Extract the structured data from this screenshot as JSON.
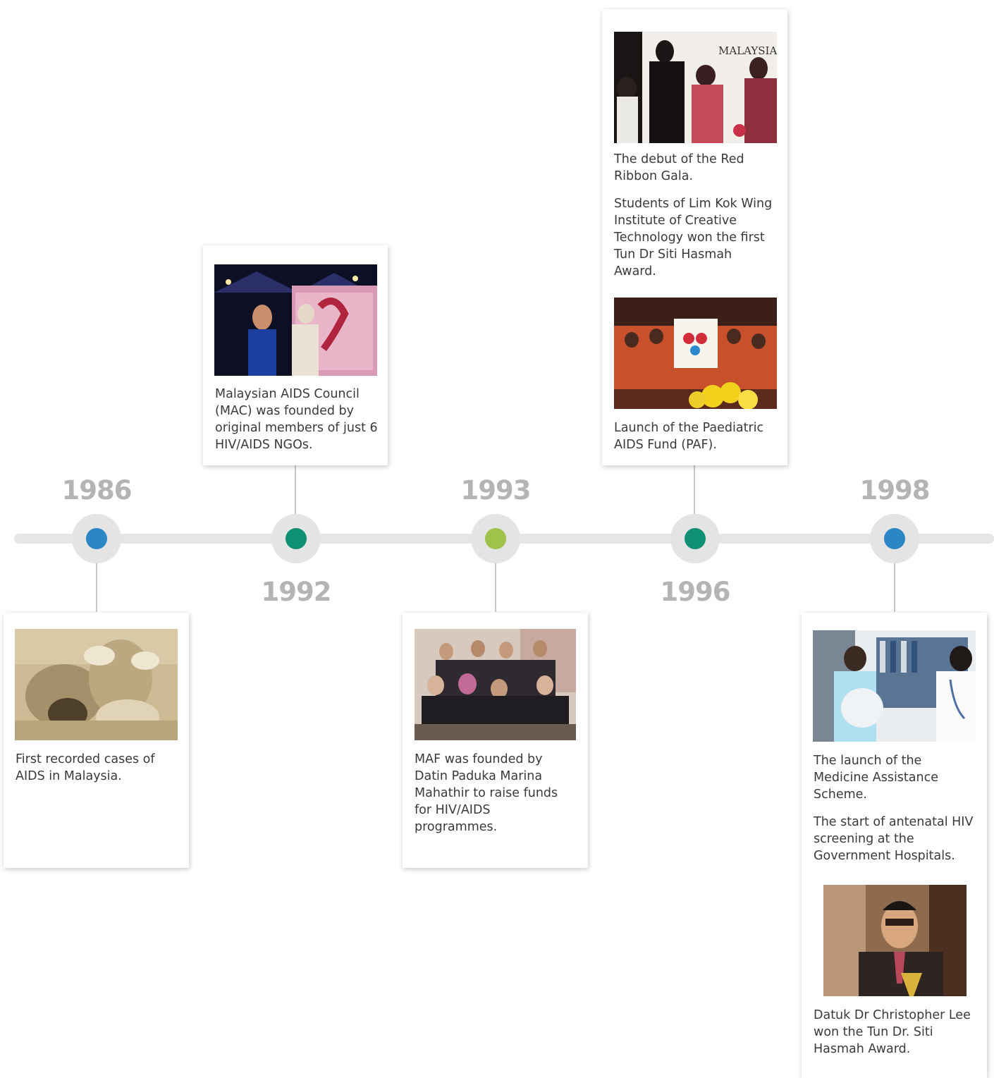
{
  "milestones": [
    {
      "year": "1986",
      "dot_color": "#2a86c4",
      "texts": [
        "First recorded cases of AIDS in Malaysia."
      ],
      "photos": [
        "sepia-photo-nurse-with-patient"
      ]
    },
    {
      "year": "1992",
      "dot_color": "#0f8f73",
      "texts": [
        "Malaysian AIDS Council (MAC) was founded by original members of just 6  HIV/AIDS NGOs."
      ],
      "photos": [
        "photo-quilt-display-at-night-event"
      ]
    },
    {
      "year": "1993",
      "dot_color": "#9fc24a",
      "texts": [
        "MAF was founded by Datin Paduka Marina Mahathir to raise funds for HIV/AIDS programmes."
      ],
      "photos": [
        "photo-group-portrait"
      ]
    },
    {
      "year": "1996",
      "dot_color": "#0f8f73",
      "texts": [
        "The debut of the Red Ribbon Gala.",
        "Students of Lim Kok Wing Institute of Creative Technology won the first Tun Dr Siti Hasmah Award.",
        "Launch of the Paediatric AIDS Fund (PAF)."
      ],
      "photos": [
        "photo-award-presentation-on-stage",
        "photo-children-with-balloons"
      ],
      "photo_signage": "MALAYSIA & TATL"
    },
    {
      "year": "1998",
      "dot_color": "#2a86c4",
      "texts": [
        "The launch of the Medicine Assistance Scheme.",
        "The start of antenatal HIV screening at the Government Hospitals.",
        "Datuk Dr Christopher Lee won the Tun Dr. Siti Hasmah Award."
      ],
      "photos": [
        "photo-pregnant-woman-with-doctor",
        "photo-man-holding-award"
      ]
    }
  ]
}
